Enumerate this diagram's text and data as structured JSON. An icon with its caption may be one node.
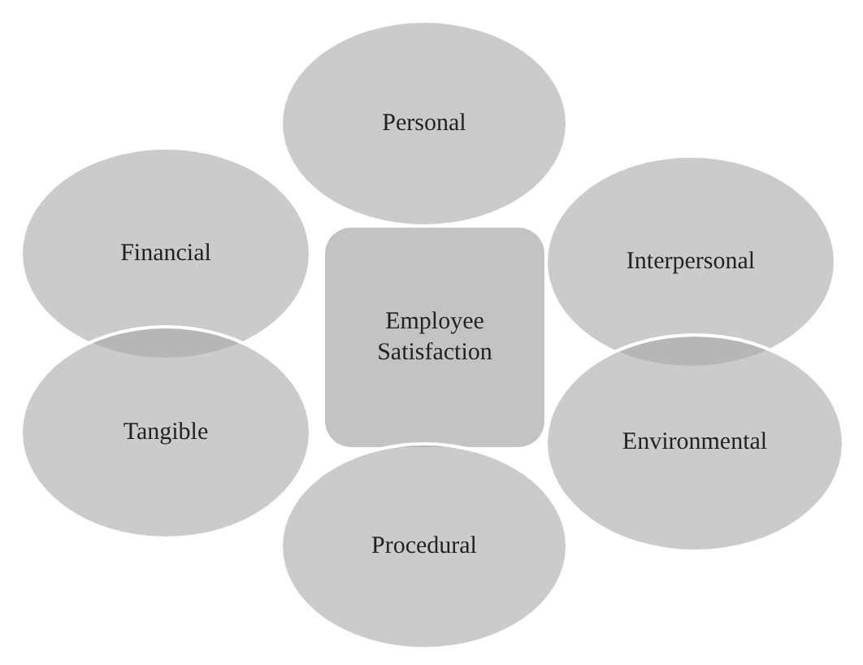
{
  "diagram": {
    "nodes": [
      {
        "text": [
          "Personal"
        ]
      },
      {
        "text": [
          "Financial"
        ]
      },
      {
        "text": [
          "Interpersonal"
        ]
      },
      {
        "text": [
          "Employee Satisfaction"
        ]
      },
      {
        "text": [
          "Tangible"
        ]
      },
      {
        "text": [
          "Environmental"
        ]
      },
      {
        "text": [
          "Procedural"
        ]
      }
    ]
  }
}
